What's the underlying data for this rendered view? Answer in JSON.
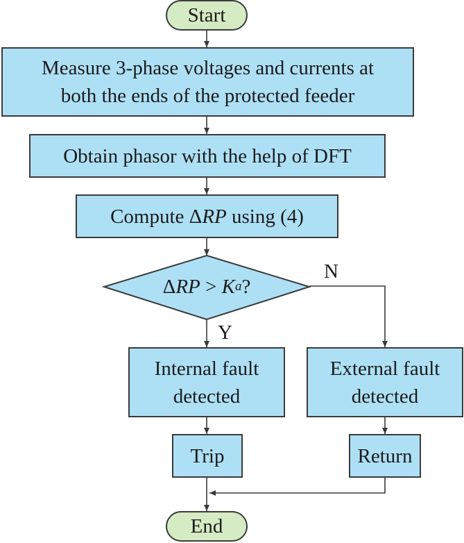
{
  "flowchart": {
    "start": "Start",
    "end": "End",
    "step1": {
      "line1": "Measure 3-phase voltages and currents at",
      "line2": "both the ends of the protected feeder"
    },
    "step2": "Obtain phasor with the help of DFT",
    "step3": {
      "prefix": "Compute Δ",
      "var": "RP",
      "suffix": " using (4)"
    },
    "decision": {
      "delta": "Δ",
      "var": "RP",
      "op": " > ",
      "k": "K",
      "sub": "a",
      "q": "?"
    },
    "yes_label": "Y",
    "no_label": "N",
    "internal": {
      "line1": "Internal fault",
      "line2": "detected"
    },
    "external": {
      "line1": "External fault",
      "line2": "detected"
    },
    "trip": "Trip",
    "return": "Return"
  },
  "colors": {
    "process_fill": "#aee0f5",
    "terminal_fill": "#d5ebc4",
    "stroke": "#3a3a3a"
  }
}
